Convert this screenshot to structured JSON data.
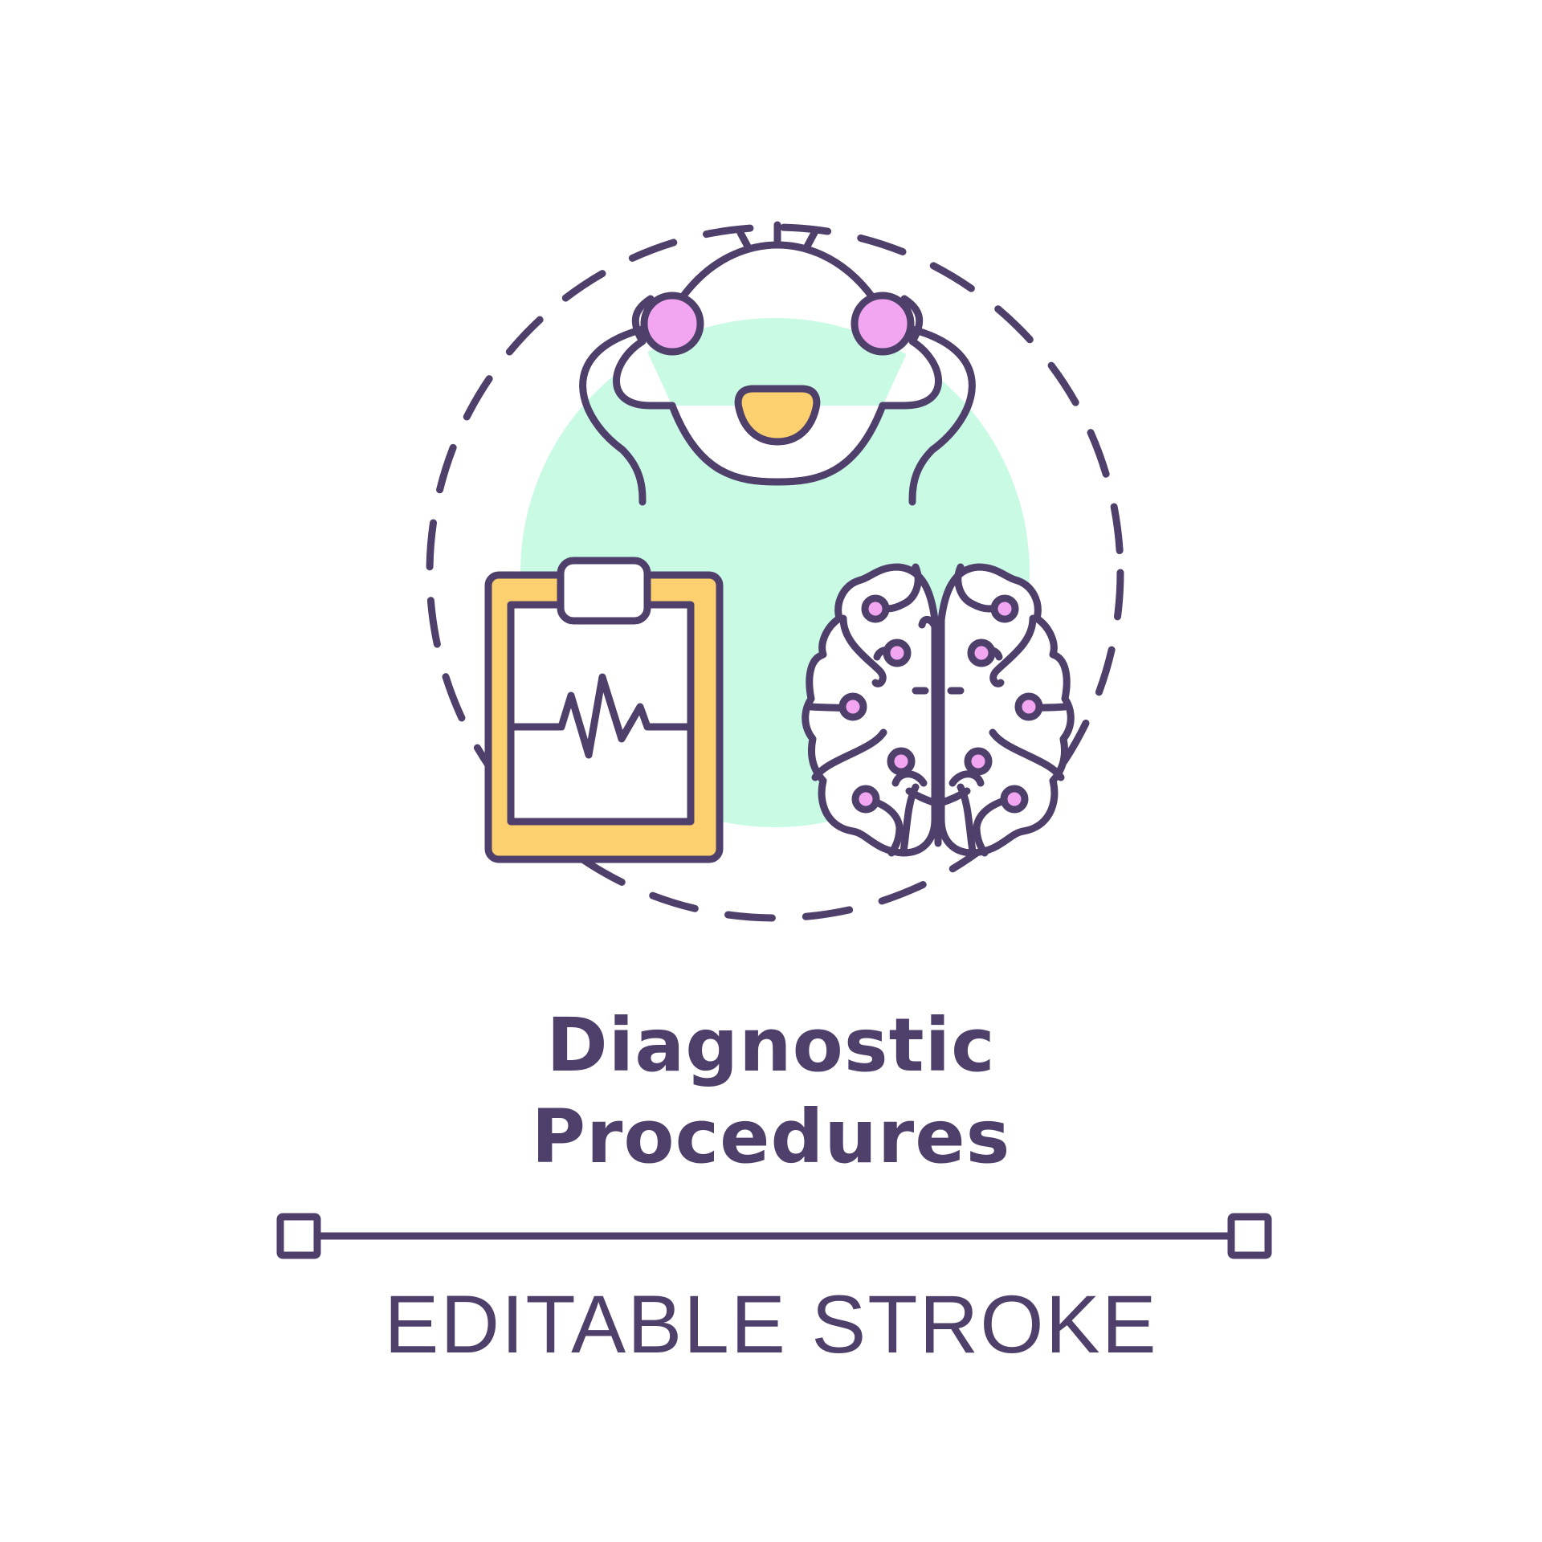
{
  "title": {
    "line1": "Diagnostic",
    "line2": "Procedures"
  },
  "caption": "EDITABLE STROKE",
  "colors": {
    "stroke": "#4f3f6b",
    "mint": "#c8fae4",
    "yellow": "#fcd06e",
    "pink": "#f2a6f2",
    "background": "#ffffff"
  },
  "icons": [
    "patient-head-with-electrodes-icon",
    "clipboard-chart-icon",
    "brain-icon"
  ]
}
